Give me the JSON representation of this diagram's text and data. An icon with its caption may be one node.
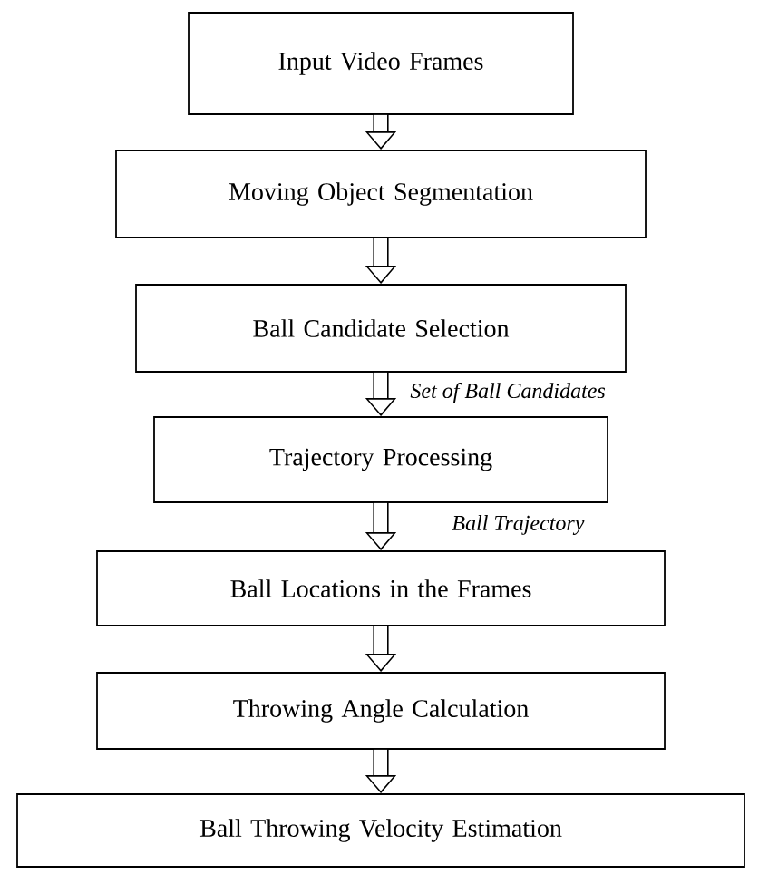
{
  "diagram": {
    "nodes": [
      {
        "text": [
          "Input Video Frames"
        ]
      },
      {
        "text": [
          "Moving Object Segmentation"
        ]
      },
      {
        "text": [
          "Ball Candidate Selection"
        ]
      },
      {
        "text": [
          "Trajectory Processing"
        ]
      },
      {
        "text": [
          "Ball Locations in the Frames"
        ]
      },
      {
        "text": [
          "Throwing Angle Calculation"
        ]
      },
      {
        "text": [
          "Ball Throwing Velocity Estimation"
        ]
      }
    ],
    "edges": [
      {
        "from": 0,
        "to": 1,
        "arrow": "to"
      },
      {
        "from": 1,
        "to": 2,
        "arrow": "to"
      },
      {
        "from": 2,
        "to": 3,
        "arrow": "to",
        "label": "Set of Ball Candidates"
      },
      {
        "from": 3,
        "to": 4,
        "arrow": "to",
        "label": "Ball Trajectory"
      },
      {
        "from": 4,
        "to": 5,
        "arrow": "to"
      },
      {
        "from": 5,
        "to": 6,
        "arrow": "to"
      }
    ]
  }
}
